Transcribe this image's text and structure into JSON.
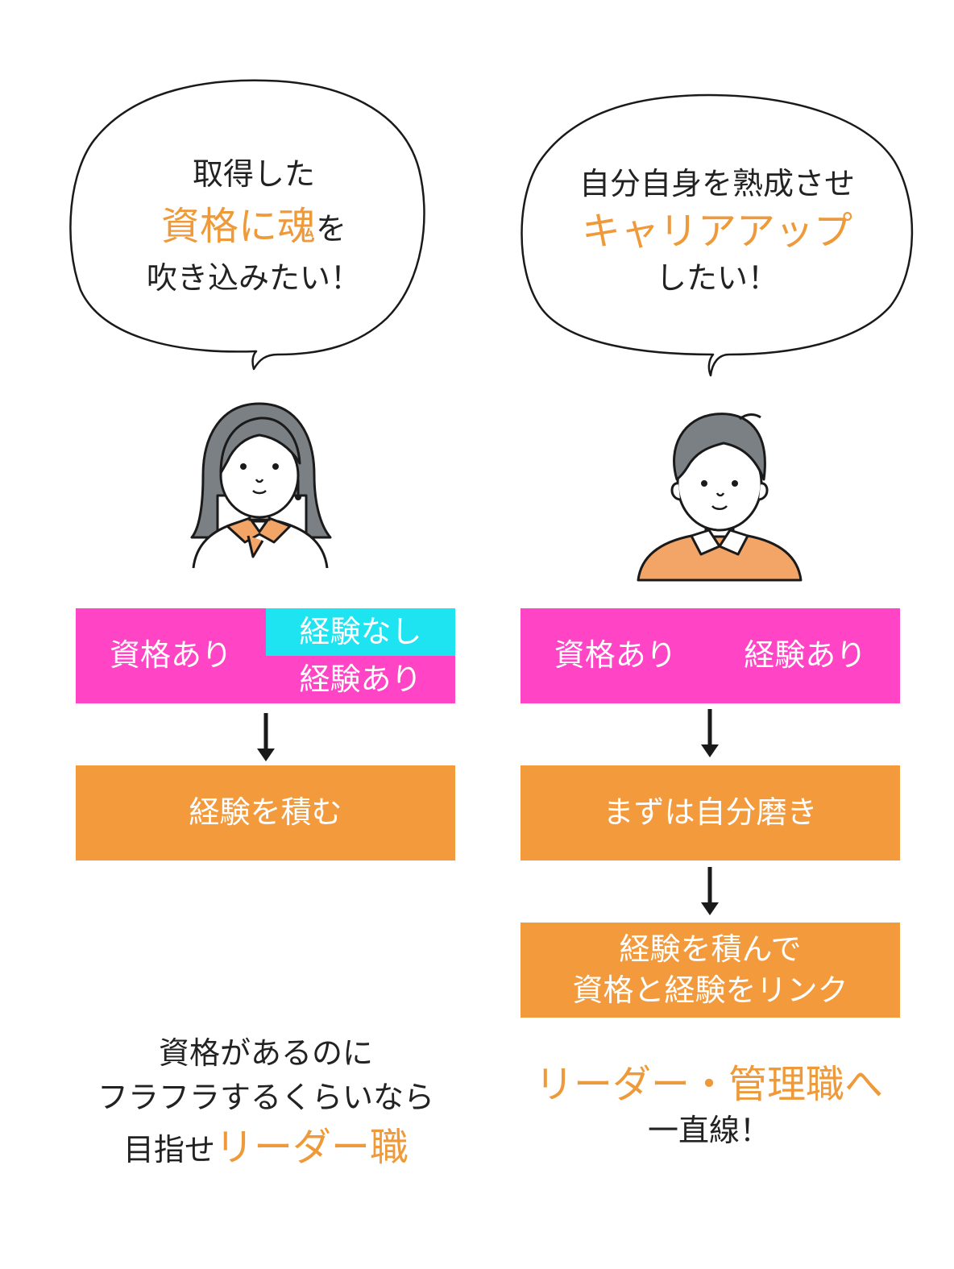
{
  "left": {
    "bubble": {
      "line1": "取得した",
      "line2_highlight": "資格に魂",
      "line2_rest": "を",
      "line3": "吹き込みたい！"
    },
    "status": {
      "main": "資格あり",
      "top": "経験なし",
      "bottom": "経験あり"
    },
    "step1": "経験を積む",
    "summary": {
      "line1": "資格があるのに",
      "line2": "フラフラするくらいなら",
      "line3_plain": "目指せ",
      "line3_highlight": "リーダー職"
    }
  },
  "right": {
    "bubble": {
      "line1": "自分自身を熟成させ",
      "line2_highlight": "キャリアアップ",
      "line3": "したい！"
    },
    "status": {
      "left": "資格あり",
      "right": "経験あり"
    },
    "step1": "まずは自分磨き",
    "step2": {
      "line1": "経験を積んで",
      "line2": "資格と経験をリンク"
    },
    "summary": {
      "line1_highlight": "リーダー・管理職へ",
      "line2": "一直線！"
    }
  },
  "colors": {
    "pink": "#ff45c5",
    "cyan": "#1ee4f2",
    "orange_box": "#f29a3c",
    "highlight_text": "#ef9a3a",
    "hair": "#7b8084",
    "sweater": "#f2a566"
  }
}
